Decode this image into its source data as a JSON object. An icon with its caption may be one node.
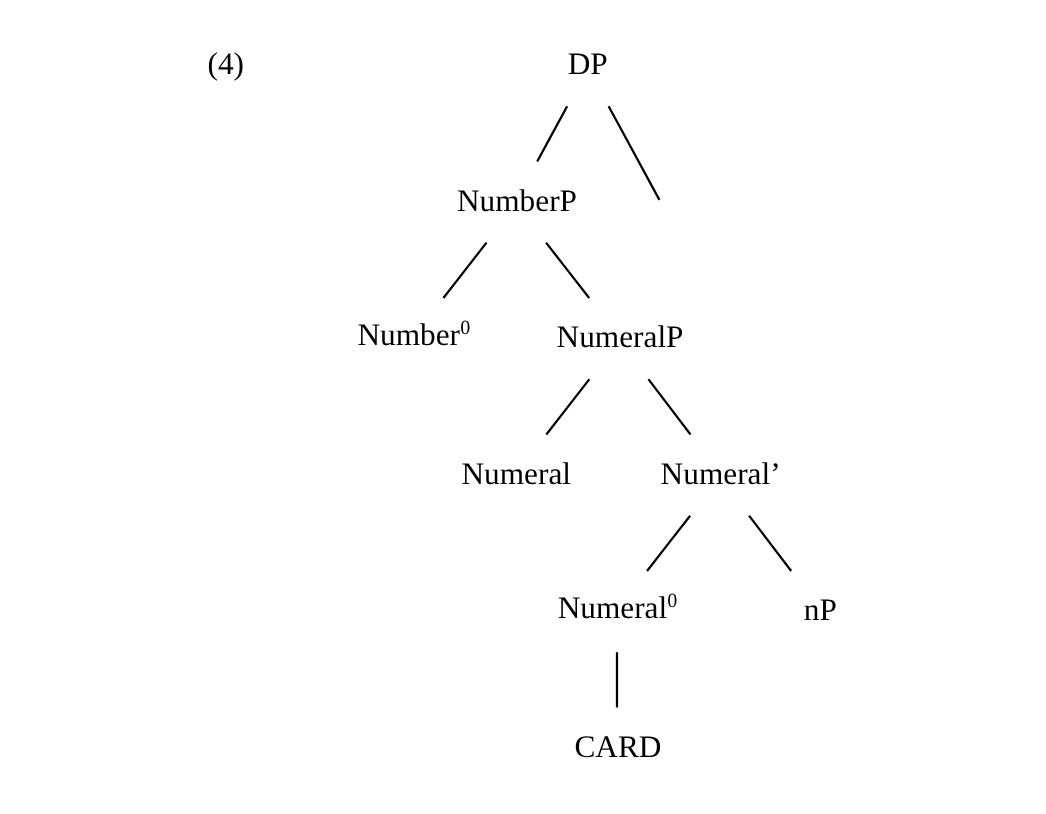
{
  "diagram": {
    "nodes": [
      {
        "text": [
          "DP"
        ]
      },
      {
        "text": [
          "NumberP"
        ]
      },
      {
        "text": [
          "Number$^{0}$"
        ]
      },
      {
        "text": [
          "NumeralP"
        ]
      },
      {
        "text": [
          "Numeral"
        ]
      },
      {
        "text": [
          "Numeral’"
        ]
      },
      {
        "text": [
          "Numeral$^{0}$"
        ]
      },
      {
        "text": [
          "nP"
        ]
      },
      {
        "text": [
          "CARD"
        ]
      }
    ],
    "edges": [
      {
        "from": 0,
        "to": null,
        "arrow": "none"
      },
      {
        "from": 0,
        "to": 1,
        "arrow": "none"
      },
      {
        "from": 1,
        "to": 2,
        "arrow": "none"
      },
      {
        "from": 1,
        "to": 3,
        "arrow": "none"
      },
      {
        "from": 3,
        "to": 4,
        "arrow": "none"
      },
      {
        "from": 3,
        "to": 5,
        "arrow": "none"
      },
      {
        "from": 5,
        "to": 6,
        "arrow": "none"
      },
      {
        "from": 5,
        "to": 7,
        "arrow": "none"
      },
      {
        "from": 6,
        "to": 8,
        "arrow": "none"
      }
    ],
    "labels": [
      "(4)"
    ]
  }
}
